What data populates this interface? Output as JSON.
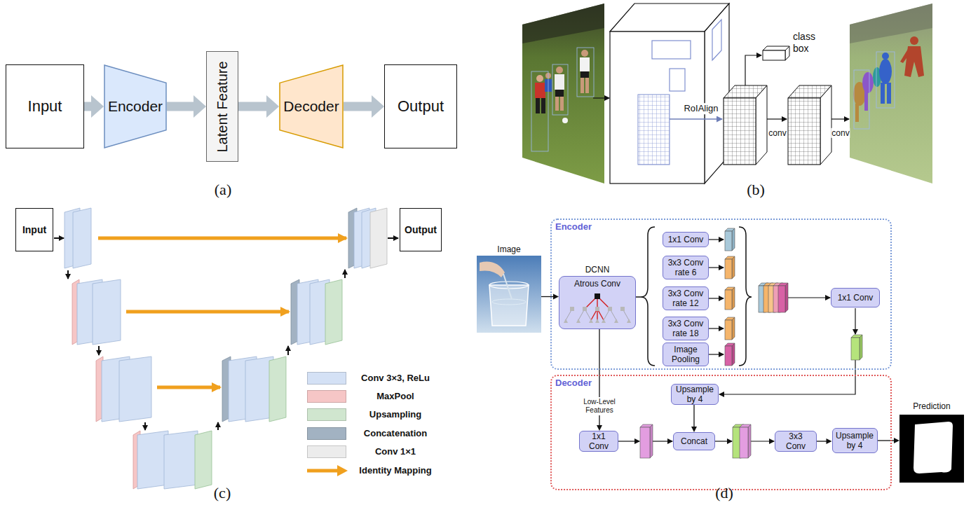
{
  "diagram": {
    "nodes": [
      {
        "text": [
          "Input"
        ]
      },
      {
        "text": [
          "Encoder"
        ]
      },
      {
        "text": [
          "Latent Feature"
        ]
      },
      {
        "text": [
          "Decoder"
        ]
      },
      {
        "text": [
          "Output"
        ]
      },
      {
        "text": [
          "Input"
        ]
      },
      {
        "text": [
          "Output"
        ]
      },
      {
        "text": [
          "Image"
        ]
      },
      {
        "text": [
          "Encoder"
        ]
      },
      {
        "text": [
          "DCNN",
          "Atrous Conv"
        ],
        "in": 8
      },
      {
        "text": [
          "1x1 Conv"
        ],
        "in": 8
      },
      {
        "text": [
          "3x3 Conv rate 6"
        ],
        "in": 8
      },
      {
        "text": [
          "3x3 Conv rate 12"
        ],
        "in": 8
      },
      {
        "text": [
          "3x3 Conv rate 18"
        ],
        "in": 8
      },
      {
        "text": [
          "Image Pooling"
        ],
        "in": 8
      },
      {
        "text": [
          "1x1 Conv"
        ],
        "in": 8
      },
      {
        "text": [
          "Decoder"
        ]
      },
      {
        "text": [
          "Upsample by 4"
        ],
        "in": 16
      },
      {
        "text": [
          "1x1 Conv"
        ],
        "in": 16
      },
      {
        "text": [
          "Concat"
        ],
        "in": 16
      },
      {
        "text": [
          "3x3 Conv"
        ],
        "in": 16
      },
      {
        "text": [
          "Upsample by 4"
        ],
        "in": 16
      },
      {
        "text": [
          "Prediction"
        ]
      }
    ],
    "edges": [
      {
        "from": 0,
        "to": 1,
        "arrow": "to"
      },
      {
        "from": 1,
        "to": 2,
        "arrow": "to"
      },
      {
        "from": 2,
        "to": 3,
        "arrow": "to"
      },
      {
        "from": 3,
        "to": 4,
        "arrow": "to"
      },
      {
        "from": 7,
        "to": 9,
        "arrow": "to"
      },
      {
        "from": 9,
        "to": 18,
        "label": "Low-Level Features",
        "arrow": "to"
      },
      {
        "from": 17,
        "to": 19,
        "arrow": "to"
      },
      {
        "from": 20,
        "to": 21,
        "arrow": "to"
      },
      {
        "from": 21,
        "to": 22,
        "arrow": "to"
      }
    ],
    "labels": [
      "(a)",
      "RoIAlign",
      "class box",
      "conv",
      "conv",
      "(b)",
      "(c)",
      "(d)"
    ],
    "legend": [
      {
        "text": "Conv 3×3, ReLu",
        "color": "#d4e1f5"
      },
      {
        "text": "MaxPool",
        "color": "#f6c6c6"
      },
      {
        "text": "Upsampling",
        "color": "#d0e6cf"
      },
      {
        "text": "Concatenation",
        "color": "#a2b2c2"
      },
      {
        "text": "Conv 1×1",
        "color": "#ececec"
      },
      {
        "text": "Identity Mapping"
      }
    ]
  }
}
